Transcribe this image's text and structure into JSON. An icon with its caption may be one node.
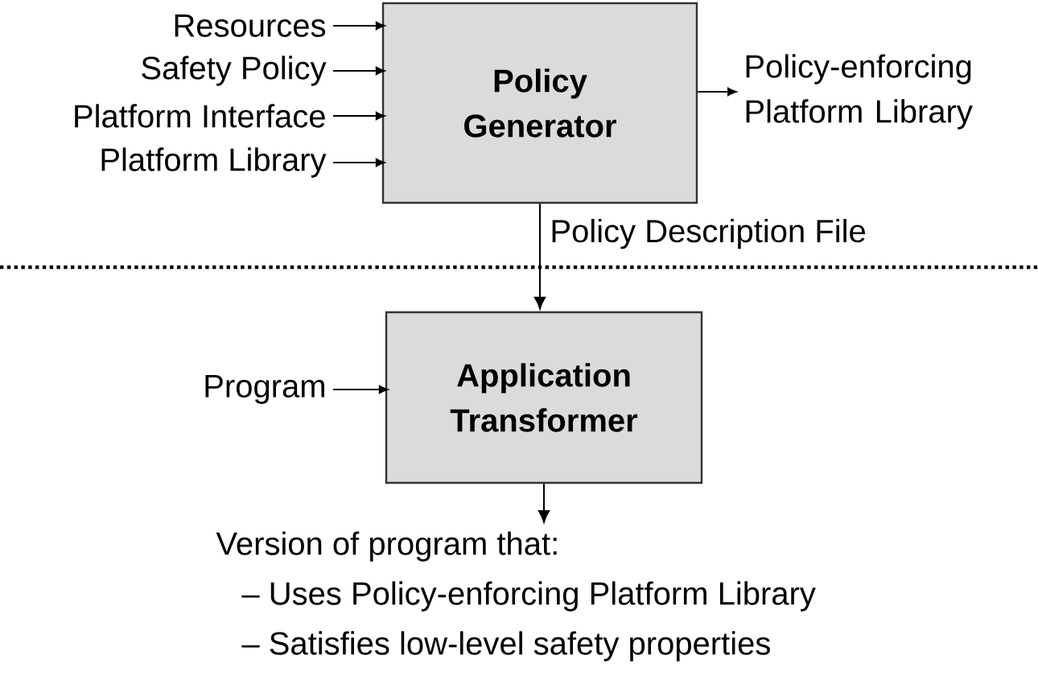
{
  "diagram": {
    "nodes": [
      {
        "text": [
          "Resources"
        ]
      },
      {
        "text": [
          "Safety Policy"
        ]
      },
      {
        "text": [
          "Platform Interface"
        ]
      },
      {
        "text": [
          "Platform Library"
        ]
      },
      {
        "text": [
          "Policy Generator"
        ]
      },
      {
        "text": [
          "Policy-enforcing Platform Library"
        ]
      },
      {
        "text": [
          "Application Transformer"
        ]
      },
      {
        "text": [
          "Program"
        ]
      },
      {
        "text": [
          "Version of program that:",
          "– Uses Policy-enforcing Platform Library",
          "– Satisfies low-level safety properties"
        ]
      }
    ],
    "edges": [
      {
        "from": 0,
        "to": 4,
        "arrow": "to"
      },
      {
        "from": 1,
        "to": 4,
        "arrow": "to"
      },
      {
        "from": 2,
        "to": 4,
        "arrow": "to"
      },
      {
        "from": 3,
        "to": 4,
        "arrow": "to"
      },
      {
        "from": 4,
        "to": 5,
        "arrow": "to"
      },
      {
        "from": 4,
        "to": 6,
        "arrow": "to",
        "label": "Policy Description File"
      },
      {
        "from": 7,
        "to": 6,
        "arrow": "to"
      },
      {
        "from": 6,
        "to": 8,
        "arrow": "to"
      }
    ]
  }
}
